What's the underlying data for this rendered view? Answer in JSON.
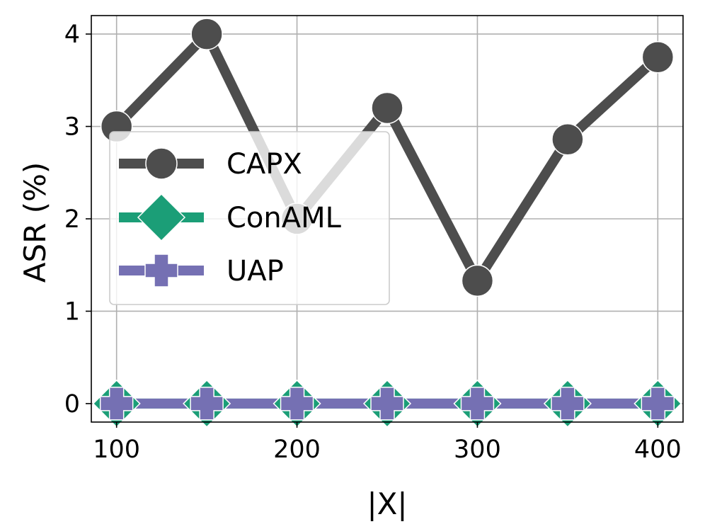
{
  "chart_data": {
    "type": "line",
    "x": [
      100,
      150,
      200,
      250,
      300,
      350,
      400
    ],
    "xticks": [
      100,
      200,
      300,
      400
    ],
    "yticks": [
      0,
      1,
      2,
      3,
      4
    ],
    "xlim": [
      86,
      414
    ],
    "ylim": [
      -0.2,
      4.2
    ],
    "xlabel": "|X|",
    "ylabel": "ASR (%)",
    "grid": true,
    "legend": "upper-left",
    "series": [
      {
        "name": "CAPX",
        "marker": "circle",
        "color": "#4d4d4d",
        "values": [
          3.0,
          4.0,
          2.0,
          3.2,
          1.33,
          2.86,
          3.75
        ]
      },
      {
        "name": "ConAML",
        "marker": "diamond",
        "color": "#1b9e77",
        "values": [
          0,
          0,
          0,
          0,
          0,
          0,
          0
        ]
      },
      {
        "name": "UAP",
        "marker": "plus",
        "color": "#7570b3",
        "values": [
          0,
          0,
          0,
          0,
          0,
          0,
          0
        ]
      }
    ]
  }
}
